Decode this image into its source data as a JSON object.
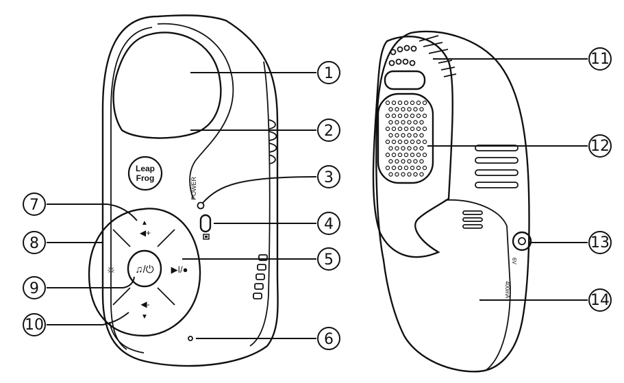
{
  "labels": {
    "power": "POWER",
    "logo_line1": "Leap",
    "logo_line2": "Frog",
    "rating_1": "6V",
    "rating_2": "400mA"
  },
  "callouts": [
    "1",
    "2",
    "3",
    "4",
    "5",
    "6",
    "7",
    "8",
    "9",
    "10",
    "11",
    "12",
    "13",
    "14"
  ],
  "icons": {
    "vol_up": "volume-up-icon",
    "vol_down": "volume-down-icon",
    "brightness": "brightness-icon",
    "music_power": "music-power-icon",
    "play_record": "play-record-icon",
    "battery": "battery-icon"
  }
}
